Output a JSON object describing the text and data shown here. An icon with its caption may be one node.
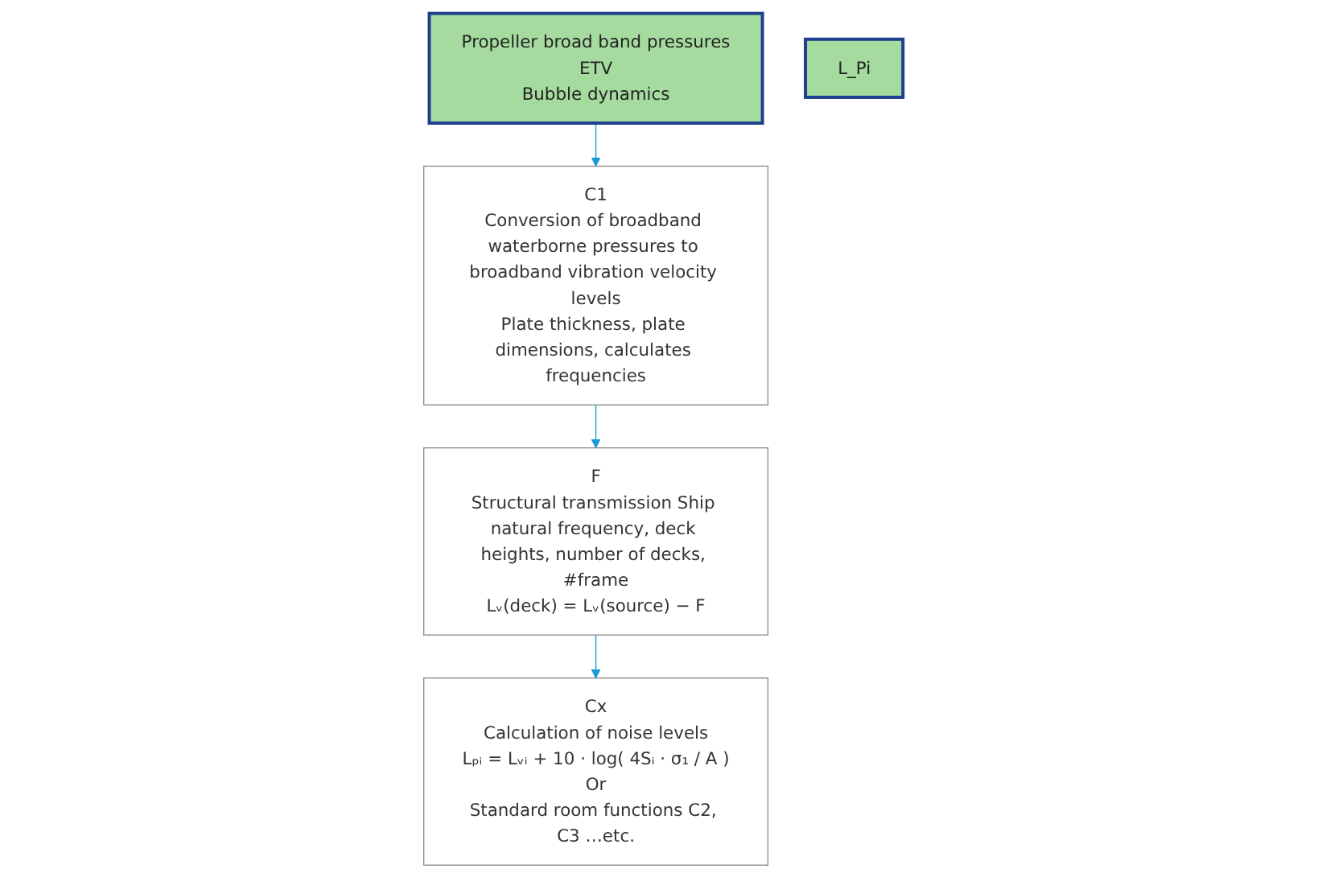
{
  "diagram": {
    "nodes": [
      {
        "text": [
          "Propeller broad band pressures",
          "ETV",
          "Bubble dynamics"
        ]
      },
      {
        "text": [
          "C1",
          "Conversion of broadband waterborne pressures to broadband vibration velocity levels",
          "Plate thickness, plate dimensions, calculates frequencies"
        ]
      },
      {
        "text": [
          "F",
          "Structural transmission Ship natural frequency, deck heights, number of decks, #frame",
          "Lᵥ(deck) = Lᵥ(source) − F"
        ]
      },
      {
        "text": [
          "Cx",
          "Calculation of noise levels",
          "Lₚᵢ = Lᵥᵢ + 10 · log( 4Sᵢ · σ₁ / A )",
          "Or",
          "Standard room functions C2, C3 …etc."
        ]
      },
      {
        "text": [
          "L_Pi"
        ]
      }
    ],
    "edges": [
      {
        "from": 0,
        "to": 1,
        "arrow": "to",
        "color": "#1a9ad6"
      },
      {
        "from": 1,
        "to": 2,
        "arrow": "to",
        "color": "#1a9ad6"
      },
      {
        "from": 2,
        "to": 3,
        "arrow": "to",
        "color": "#1a9ad6"
      }
    ]
  }
}
